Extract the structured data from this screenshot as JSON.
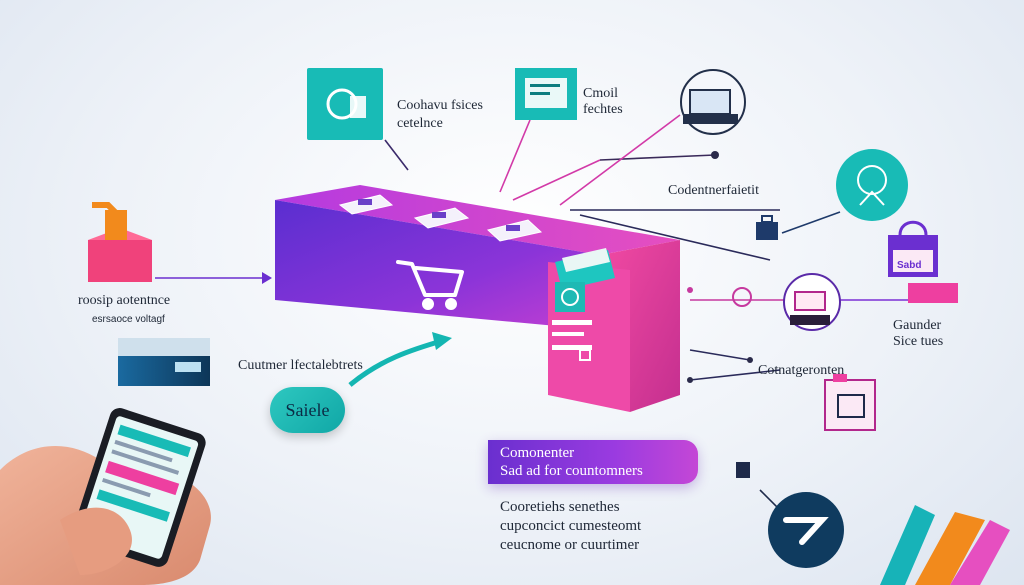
{
  "labels": {
    "top_center_line1": "Coohavu fsices",
    "top_center_line2": "cetelnce",
    "top_right_line1": "Cmoil",
    "top_right_line2": "fechtes",
    "right_mid": "Codentnerfaietit",
    "left_line1": "roosip aotentnce",
    "left_line2": "esrsaoce voltagf",
    "customer_label": "Cuutmer lfectalebtrets",
    "right_side_line1": "Gaunder",
    "right_side_line2": "Sice tues",
    "lower_right": "Cotnatgeronten",
    "bag_tag": "Sabd"
  },
  "sales_pill": "Saiele",
  "banner": {
    "line1": "Comonenter",
    "line2": "Sad ad for countomners"
  },
  "paragraph": [
    "Cooretiehs senethes",
    "cupconcict cumesteomt",
    "ceucnome or cuurtimer"
  ],
  "colors": {
    "accent_purple": "#7b2fd6",
    "accent_magenta": "#e53fb2",
    "accent_teal": "#14b6b2",
    "accent_orange": "#f28a1c",
    "navy": "#0f3b5f"
  }
}
